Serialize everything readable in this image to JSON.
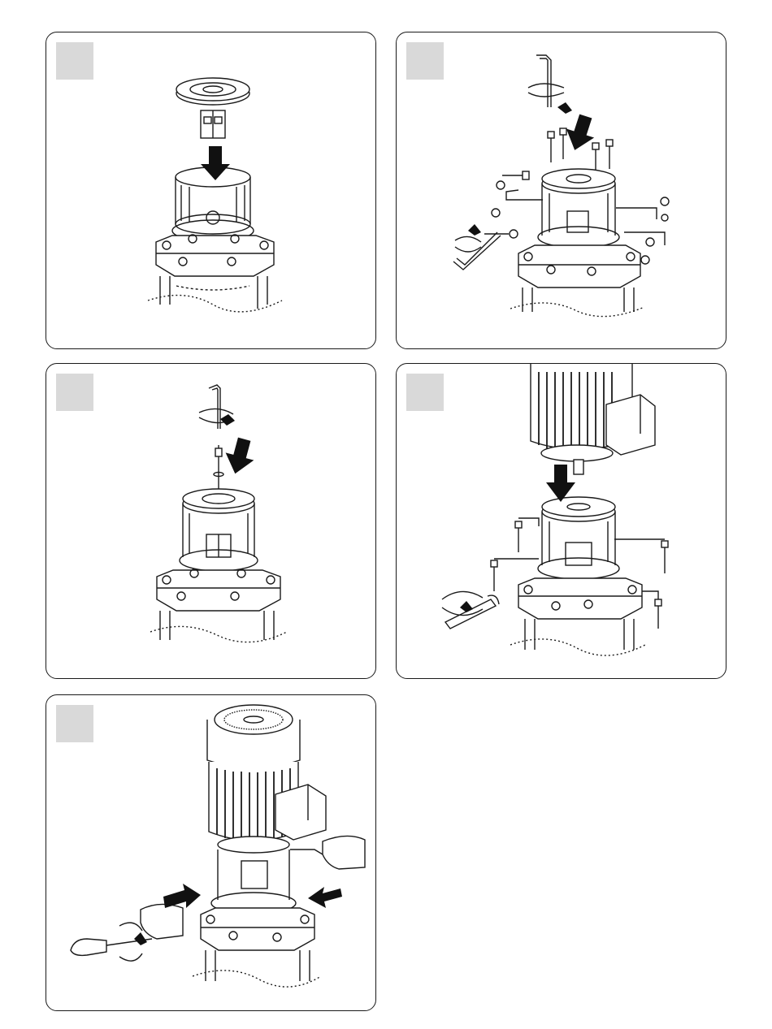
{
  "colors": {
    "panel_border": "#1a1a1a",
    "badge_fill": "#d9d9d9",
    "ink": "#1a1a1a",
    "arrow": "#111111"
  },
  "panels": [
    {
      "step_label": "",
      "illustration": "coupling-housing-insert"
    },
    {
      "step_label": "",
      "illustration": "bolt-housing-tighten"
    },
    {
      "step_label": "",
      "illustration": "center-screw-tighten"
    },
    {
      "step_label": "",
      "illustration": "motor-mount"
    },
    {
      "step_label": "",
      "illustration": "coupling-guards-fit"
    }
  ]
}
